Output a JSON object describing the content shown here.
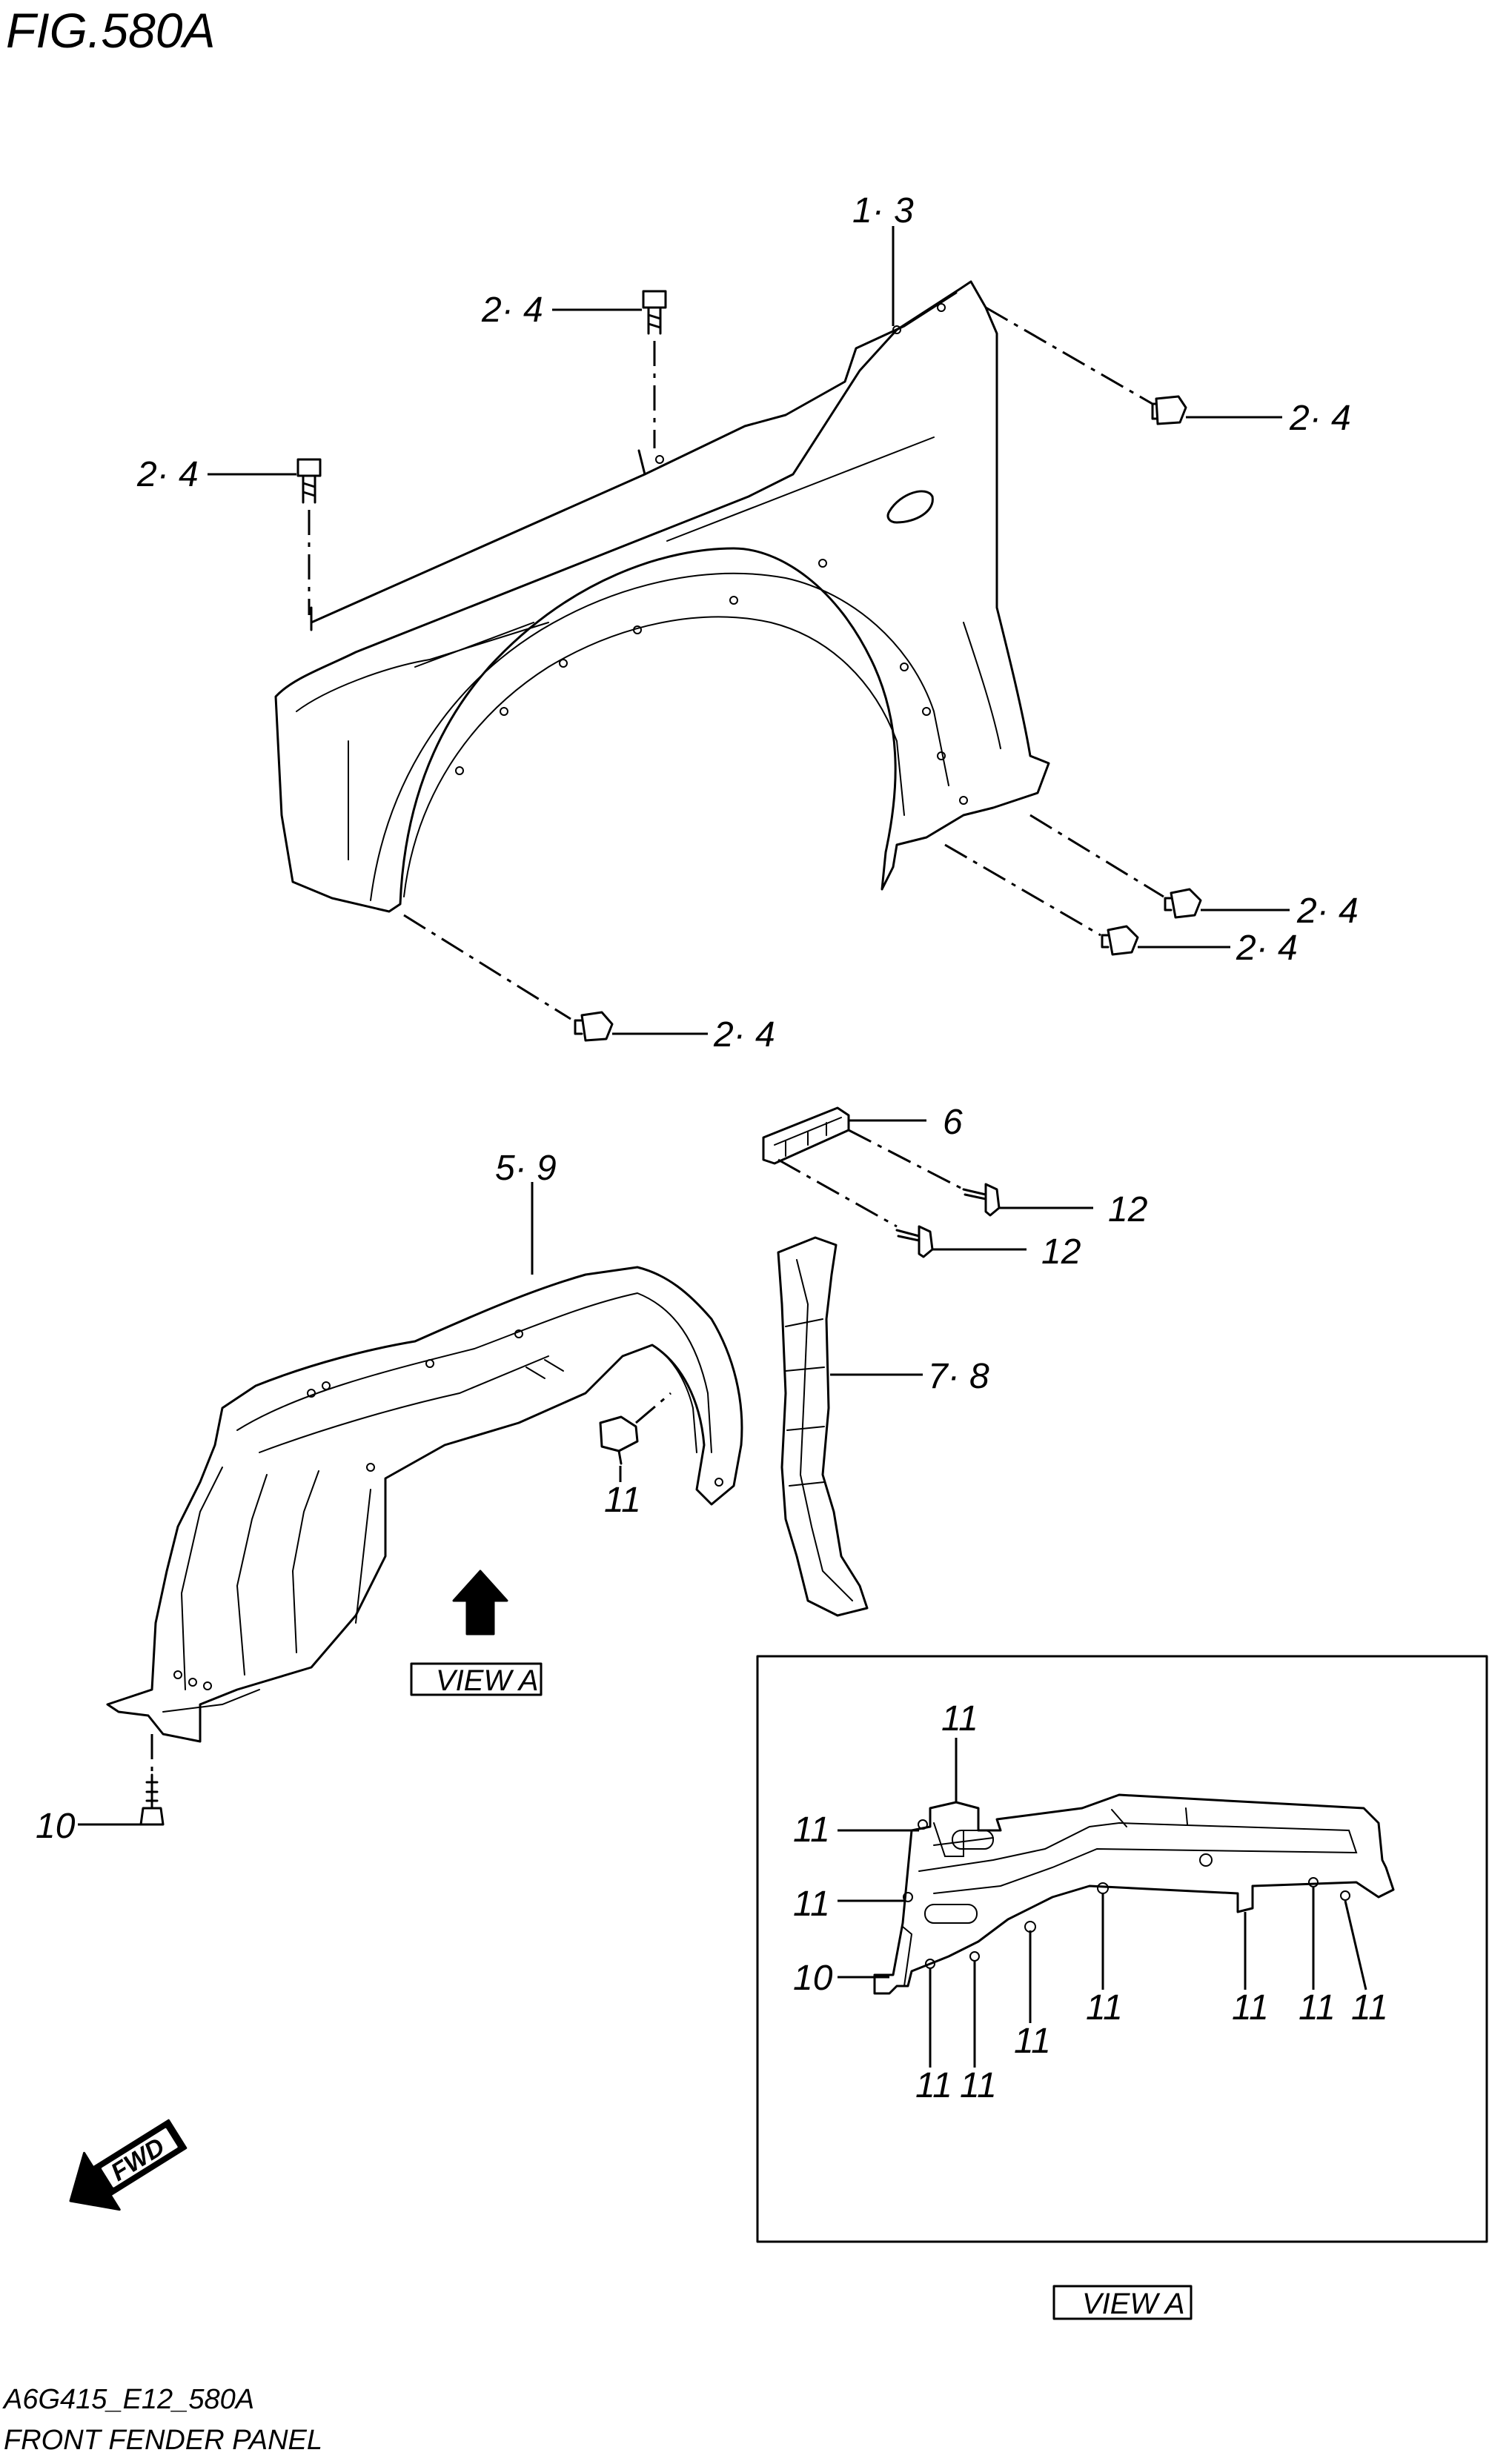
{
  "figure": {
    "title": "FIG.580A",
    "code": "A6G415_E12_580A",
    "name": "FRONT FENDER PANEL"
  },
  "callouts": {
    "fender": "1· 3",
    "bolt_top": "2· 4",
    "bolt_left": "2· 4",
    "bolt_right": "2· 4",
    "bolt_lower_right_1": "2· 4",
    "bolt_lower_right_2": "2· 4",
    "bolt_bottom": "2· 4",
    "mudguard": "5· 9",
    "bracket": "6",
    "seal_panel": "7· 8",
    "screw_a": "12",
    "screw_b": "12",
    "clip_main": "11",
    "screw_main": "10"
  },
  "view_a": {
    "tag_main": "VIEW A",
    "tag_box": "VIEW A",
    "labels_11": [
      "11",
      "11",
      "11",
      "11",
      "11",
      "11",
      "11",
      "11",
      "11",
      "11"
    ],
    "label_10": "10"
  },
  "fwd_arrow": "FWD",
  "icons": [
    "view-direction-arrow-icon",
    "fwd-arrow-icon"
  ]
}
